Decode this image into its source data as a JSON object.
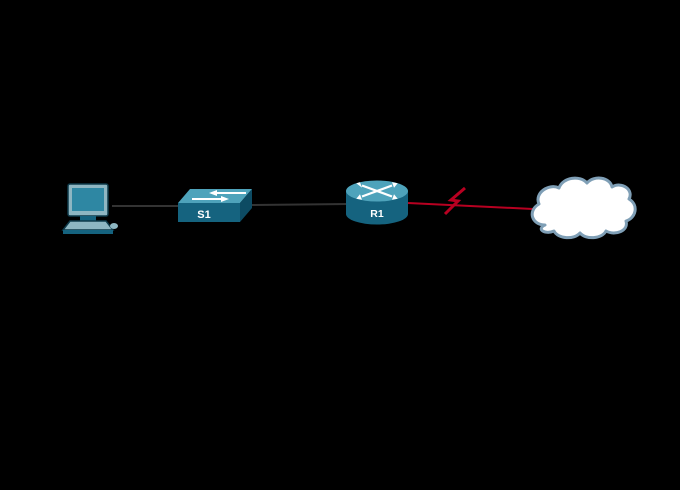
{
  "diagram": {
    "type": "network-topology",
    "background": "#000000",
    "devices": [
      {
        "id": "pc",
        "kind": "pc",
        "label": ""
      },
      {
        "id": "s1",
        "kind": "switch",
        "label": "S1"
      },
      {
        "id": "r1",
        "kind": "router",
        "label": "R1"
      },
      {
        "id": "cloud",
        "kind": "cloud",
        "label": ""
      }
    ],
    "links": [
      {
        "from": "pc",
        "to": "s1",
        "kind": "ethernet",
        "color": "#333333"
      },
      {
        "from": "s1",
        "to": "r1",
        "kind": "ethernet",
        "color": "#333333"
      },
      {
        "from": "r1",
        "to": "cloud",
        "kind": "serial",
        "color": "#b80021"
      }
    ],
    "colors": {
      "device_top": "#4ea3bb",
      "device_front": "#15637f",
      "device_side": "#0d4b63",
      "device_label": "#ffffff",
      "arrow": "#ffffff",
      "cloud_fill": "#ffffff",
      "cloud_stroke": "#7f9fb6",
      "pc_body": "#8eb6c2",
      "pc_screen": "#2e87a3",
      "pc_outline": "#0e3a4a",
      "ethernet_link": "#333333",
      "serial_link": "#b80021"
    }
  }
}
